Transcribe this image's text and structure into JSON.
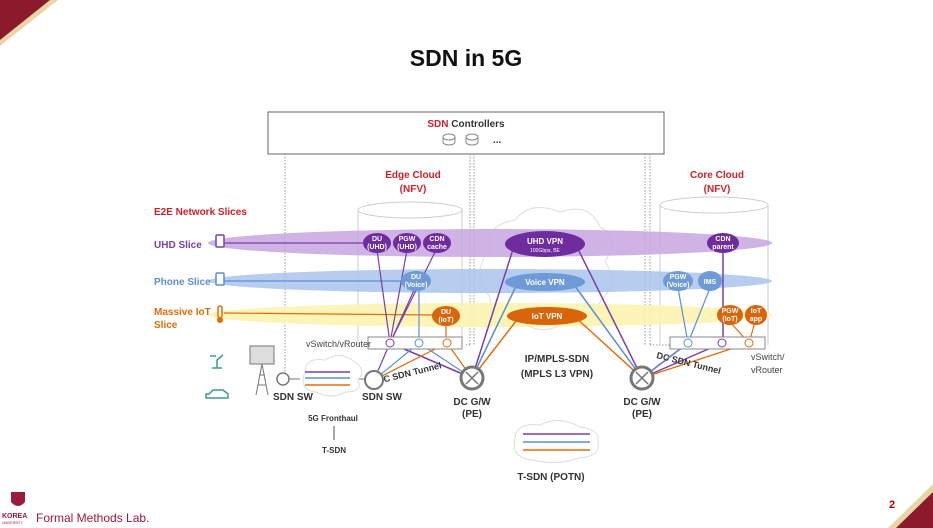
{
  "slide": {
    "title": "SDN in 5G",
    "page_number": "2",
    "footer": {
      "university_line1": "KOREA",
      "university_line2": "UNIVERSITY",
      "lab_name": "Formal Methods Lab."
    }
  },
  "diagram": {
    "controllers": {
      "label_sdn": "SDN",
      "label_rest": " Controllers",
      "ellipsis": "..."
    },
    "edge_cloud": {
      "line1": "Edge Cloud",
      "line2": "(NFV)"
    },
    "core_cloud": {
      "line1": "Core Cloud",
      "line2": "(NFV)"
    },
    "slices_heading": "E2E Network Slices",
    "slices": {
      "uhd": "UHD Slice",
      "phone": "Phone Slice",
      "iot_line1": "Massive IoT",
      "iot_line2": "Slice"
    },
    "edge_nodes": {
      "du_uhd": [
        "DU",
        "(UHD)"
      ],
      "pgw_uhd": [
        "PGW",
        "(UHD)"
      ],
      "cdn_cache": [
        "CDN",
        "cache"
      ],
      "du_voice": [
        "DU",
        "(Voice)"
      ],
      "du_iot": [
        "DU",
        "(IoT)"
      ]
    },
    "vpns": {
      "uhd": "UHD VPN",
      "uhd_sub": "100Gbps, BE",
      "voice": "Voice VPN",
      "iot": "IoT VPN"
    },
    "core_nodes": {
      "cdn_parent": [
        "CDN",
        "parent"
      ],
      "pgw_voice": [
        "PGW",
        "(Voice)"
      ],
      "ims": "IMS",
      "pgw_iot": [
        "PGW",
        "(IoT)"
      ],
      "iot_app": [
        "IoT",
        "app"
      ]
    },
    "vswitch_edge": "vSwitch/vRouter",
    "vswitch_core": [
      "vSwitch/",
      "vRouter"
    ],
    "ip_mpls": [
      "IP/MPLS-SDN",
      "(MPLS L3 VPN)"
    ],
    "dc_gw": [
      "DC G/W",
      "(PE)"
    ],
    "dc_sdn_tunnel": "DC SDN Tunnel",
    "sdn_sw": "SDN SW",
    "fronthaul": "5G Fronthaul",
    "t_sdn": "T-SDN",
    "t_sdn_potn": "T-SDN (POTN)"
  },
  "colors": {
    "purple": "#7a3fa8",
    "blue": "#5b8fd6",
    "orange": "#e36c0a",
    "red": "#d0202a",
    "brand": "#9b1b3a"
  }
}
